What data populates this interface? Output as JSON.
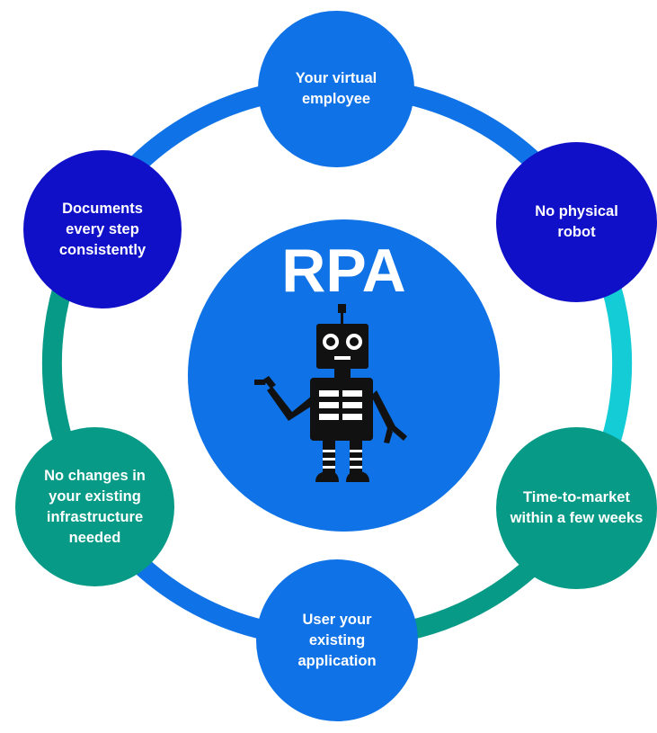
{
  "center": {
    "title": "RPA",
    "icon": "robot-icon"
  },
  "nodes": [
    {
      "id": "top",
      "label": "Your virtual\nemployee"
    },
    {
      "id": "top-right",
      "label": "No physical\nrobot"
    },
    {
      "id": "bottom-right",
      "label": "Time-to-market\nwithin a few weeks"
    },
    {
      "id": "bottom",
      "label": "User your\nexisting\napplication"
    },
    {
      "id": "bottom-left",
      "label": "No changes in\nyour existing\ninfrastructure\nneeded"
    },
    {
      "id": "top-left",
      "label": "Documents\nevery step\nconsistently"
    }
  ],
  "colors": {
    "blue": "#0f72e6",
    "dark_blue": "#1010c8",
    "teal": "#079a86",
    "cyan": "#13ccd6",
    "robot": "#111111"
  }
}
